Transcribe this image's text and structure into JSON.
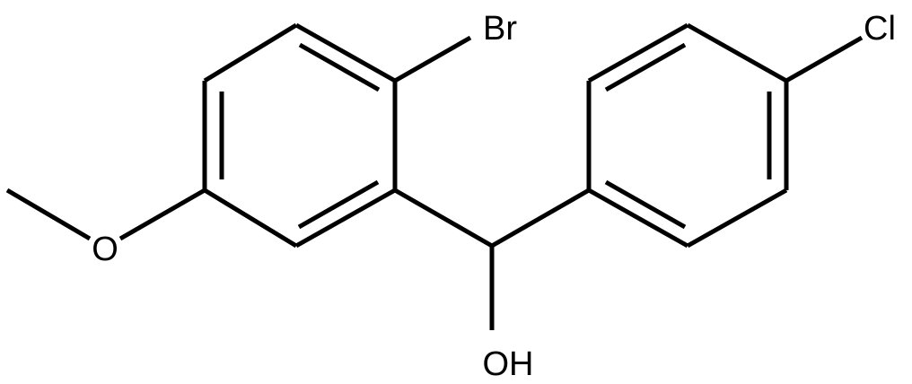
{
  "labels": {
    "bromine": "Br",
    "chlorine": "Cl",
    "oxygen_methoxy": "O",
    "hydroxyl": "OH"
  },
  "colors": {
    "bond": "#000000",
    "text": "#000000",
    "background": "#ffffff"
  }
}
